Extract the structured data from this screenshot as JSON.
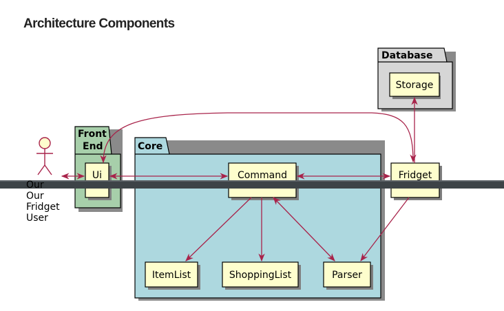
{
  "page": {
    "title": "Architecture Components"
  },
  "diagram": {
    "packages": {
      "database": "Database",
      "frontend_line1": "Front",
      "frontend_line2": "End",
      "core": "Core"
    },
    "components": {
      "storage": "Storage",
      "ui": "Ui",
      "command": "Command",
      "fridget": "Fridget",
      "itemlist": "ItemList",
      "shoppinglist": "ShoppingList",
      "parser": "Parser"
    },
    "actor": {
      "line1": "Our",
      "line2": "Our",
      "line3": "Fridget",
      "line4": "User"
    },
    "colors": {
      "database_pkg": "#d6d6d6",
      "frontend_pkg": "#a7cfaa",
      "core_pkg": "#add8df",
      "component_fill": "#fefecd",
      "actor_fill": "#fefecd",
      "arrow": "#a8234a",
      "overlay_bar": "#3d4347"
    }
  }
}
